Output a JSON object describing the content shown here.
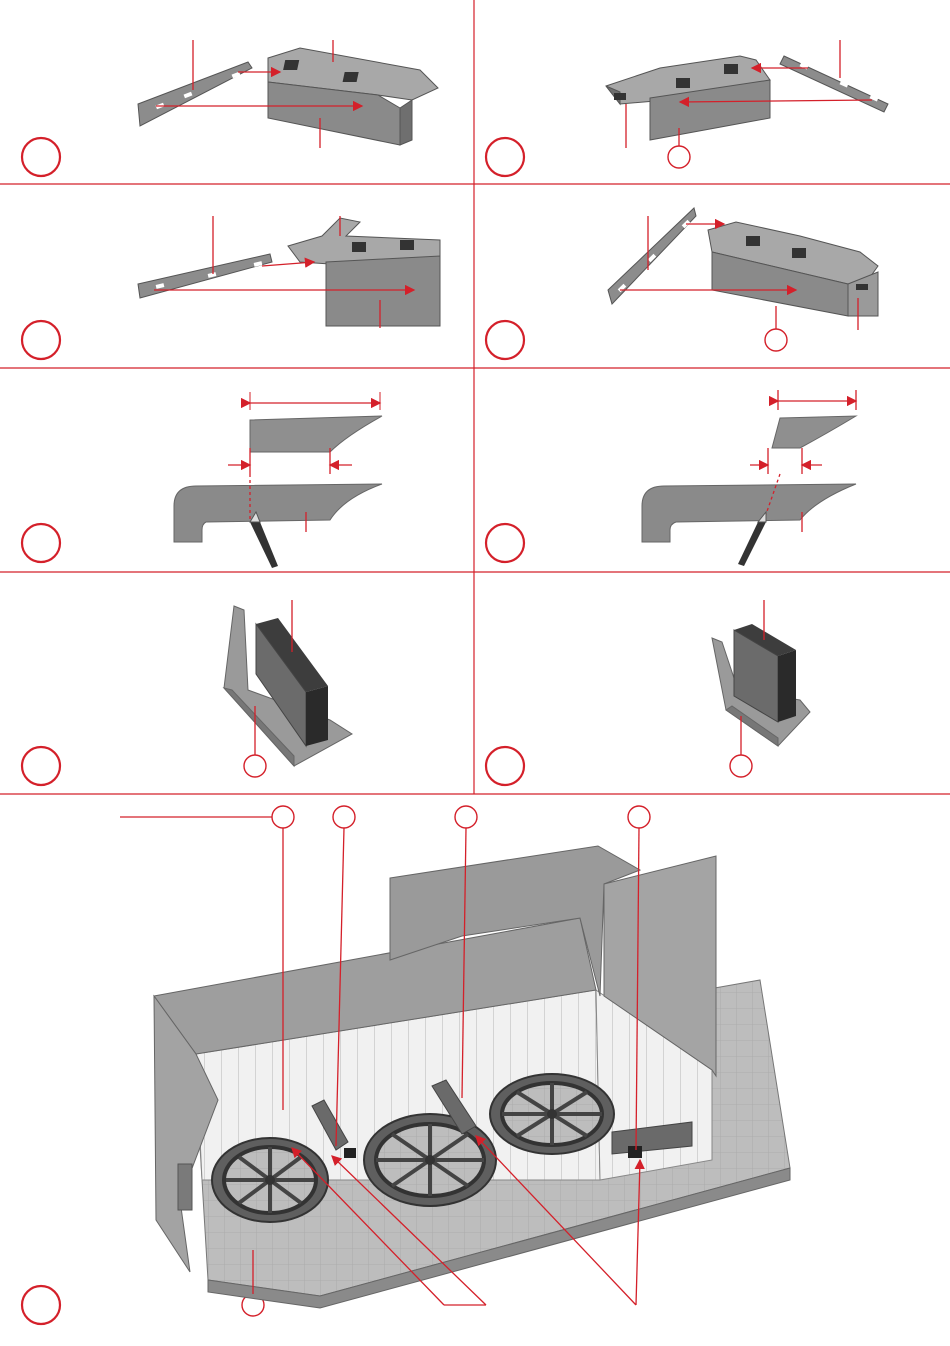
{
  "accent_color": "#d4202a",
  "part_color": "#8a8a8a",
  "dark_part_color": "#5d5d5d",
  "floor_color": "#b8b8b8",
  "tile_color": "#eeeeee",
  "panels": [
    {
      "name": "step-1-panel"
    },
    {
      "name": "step-2-panel"
    },
    {
      "name": "step-3-panel"
    },
    {
      "name": "step-4-panel"
    },
    {
      "name": "step-5-panel"
    },
    {
      "name": "step-6-panel"
    },
    {
      "name": "step-7-panel"
    },
    {
      "name": "step-8-panel"
    },
    {
      "name": "final-assembly-panel"
    }
  ]
}
